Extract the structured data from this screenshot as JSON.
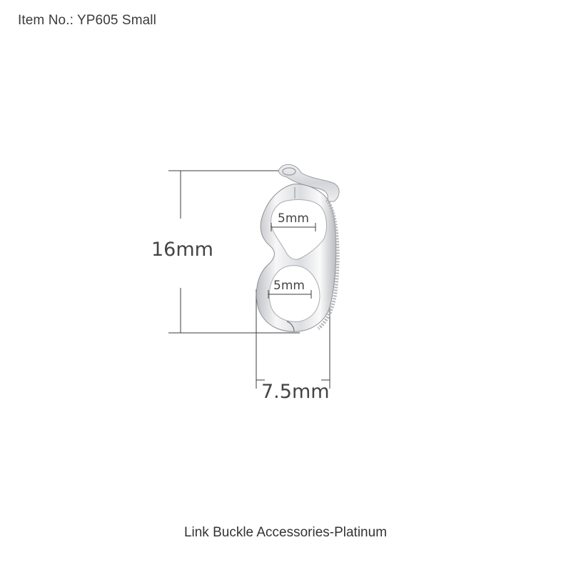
{
  "header": {
    "item_number_label": "Item No.: YP605 Small"
  },
  "product": {
    "caption": "Link Buckle Accessories-Platinum",
    "image_name": "link-buckle-platinum",
    "finish_color": "#e6e7ea",
    "dimension_line_color": "#3c3c3c"
  },
  "dimensions": {
    "height": "16mm",
    "width": "7.5mm",
    "upper_opening": "5mm",
    "lower_opening": "5mm"
  }
}
